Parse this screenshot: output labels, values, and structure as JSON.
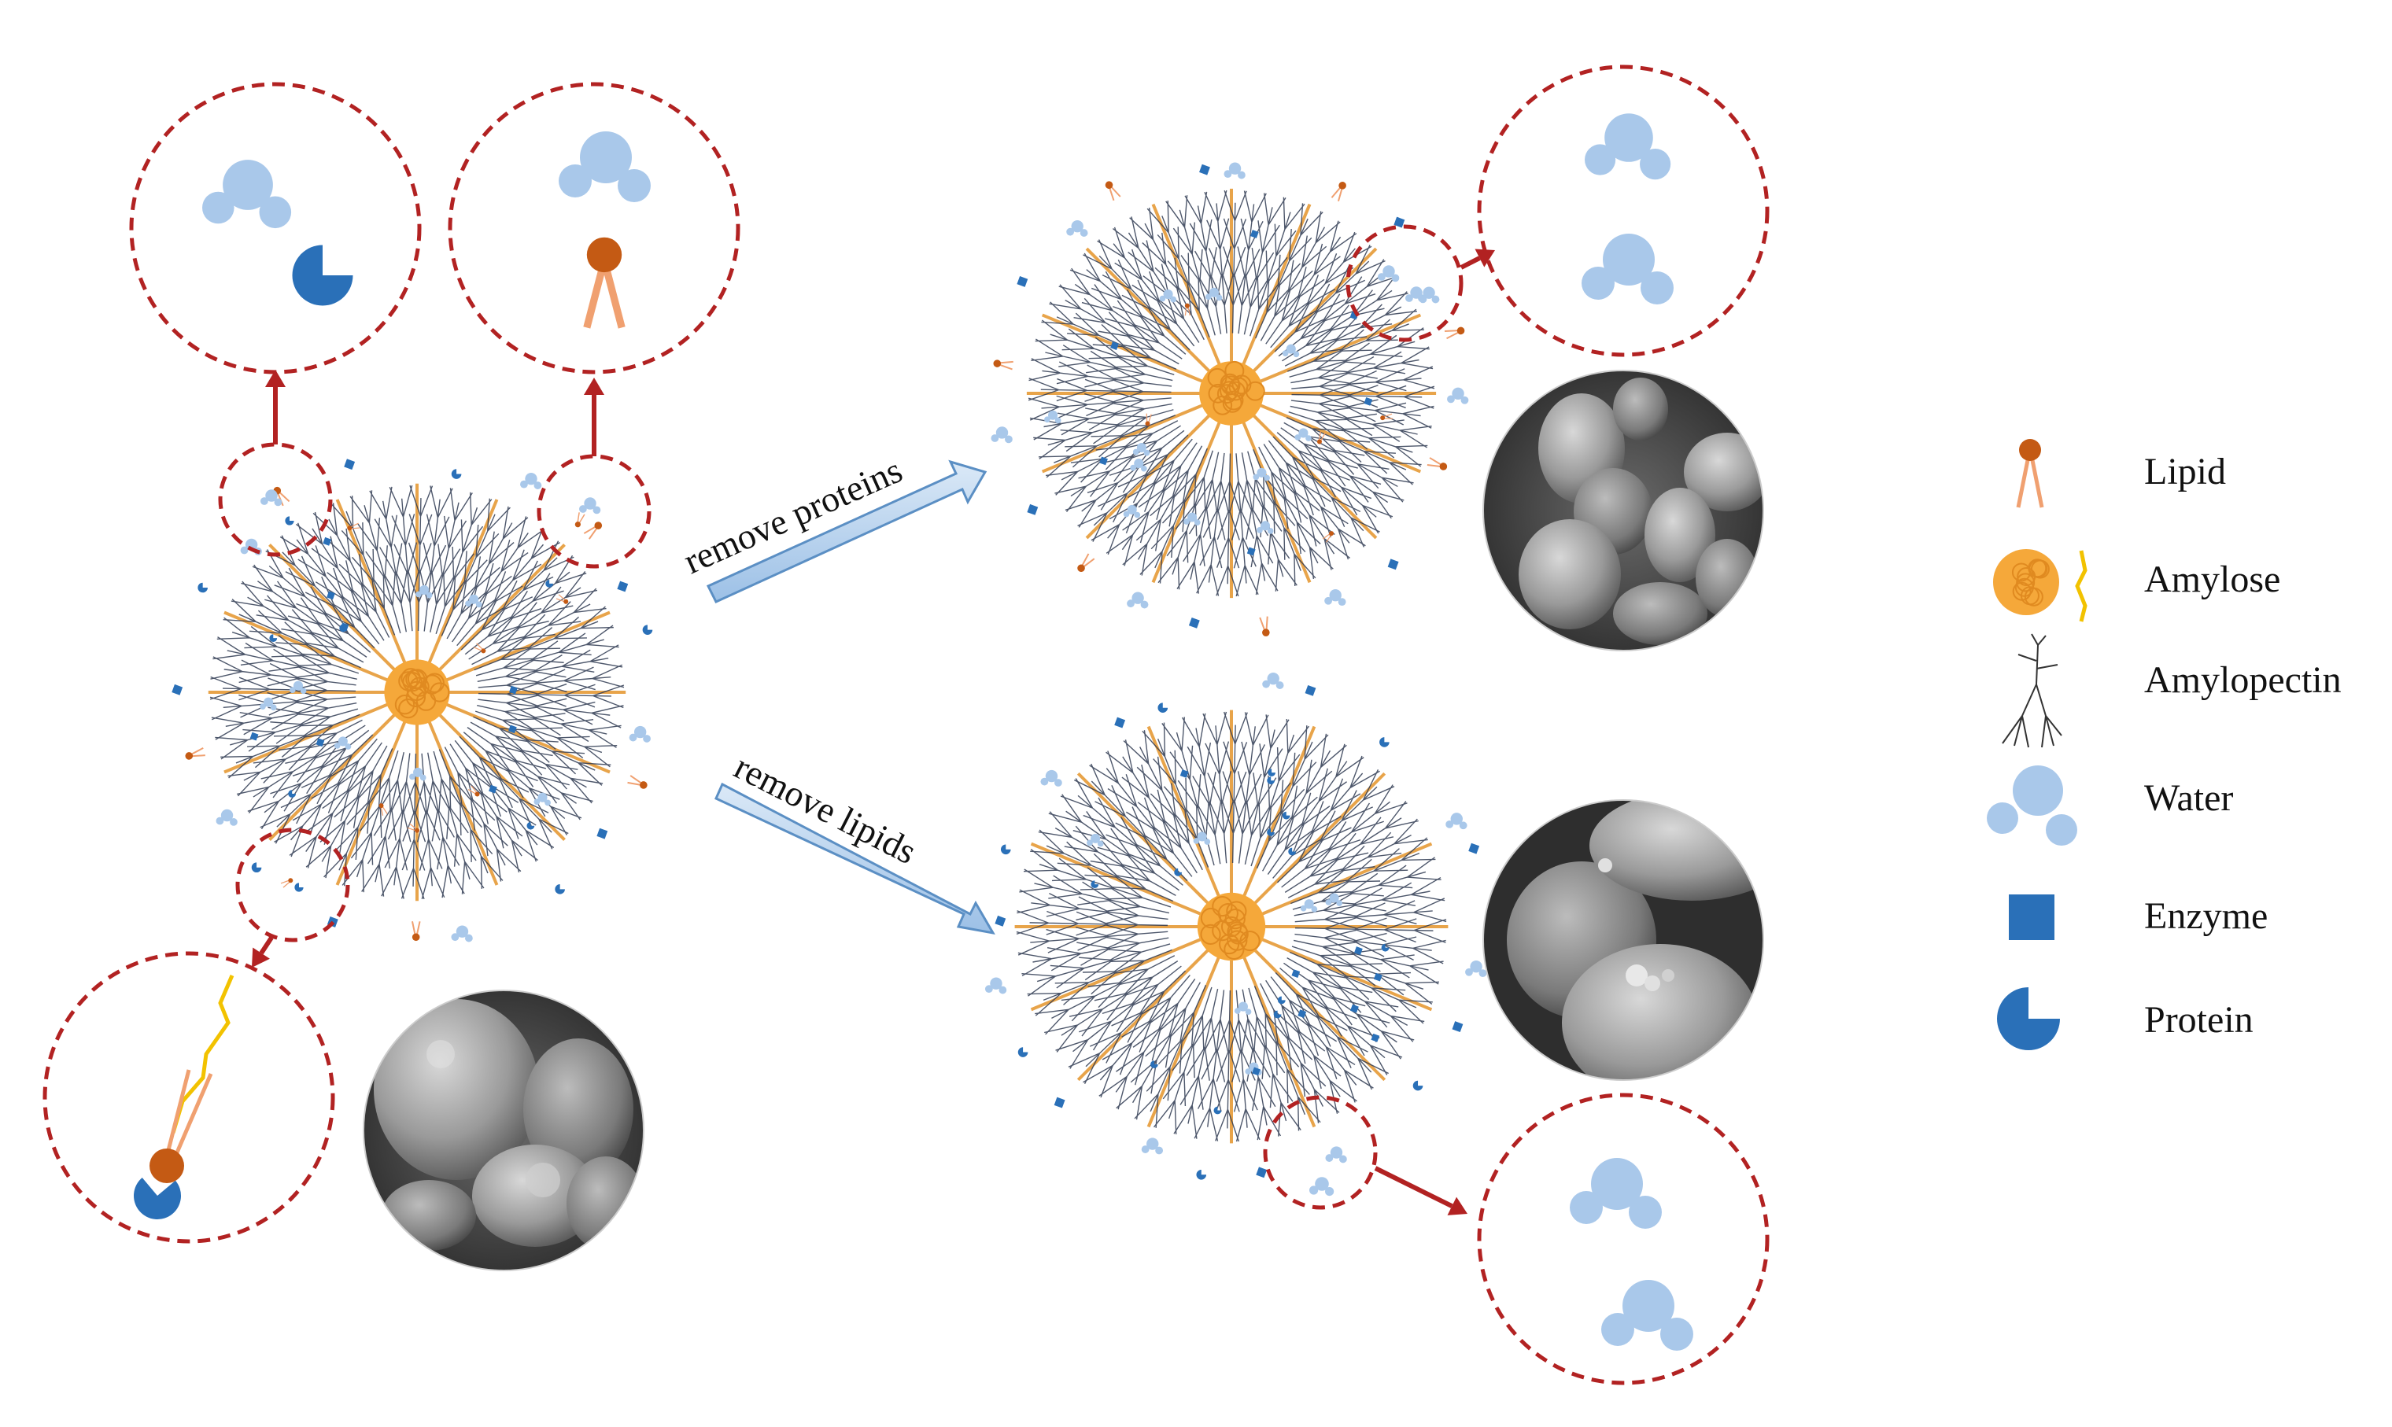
{
  "arrows": {
    "remove_proteins": "remove proteins",
    "remove_lipids": "remove lipids"
  },
  "legend": [
    {
      "label": "Lipid",
      "icon": "lipid-icon"
    },
    {
      "label": "Amylose",
      "icon": "amylose-icon"
    },
    {
      "label": "Amylopectin",
      "icon": "amylopectin-icon"
    },
    {
      "label": "Water",
      "icon": "water-icon"
    },
    {
      "label": "Enzyme",
      "icon": "enzyme-icon"
    },
    {
      "label": "Protein",
      "icon": "protein-icon"
    }
  ],
  "colors": {
    "amylose": "#f5a83a",
    "amylose_chain": "#f2c200",
    "amylopectin": "#2f3a52",
    "ray": "#e8a44a",
    "water": "#a9c8ea",
    "enzyme": "#2a70b8",
    "protein": "#2a70b8",
    "lipid_head": "#c45a14",
    "lipid_tail": "#f0a070",
    "zoom_circle": "#b22222",
    "process_arrow_fill": "#b8d4f0",
    "process_arrow_stroke": "#5b8fc4",
    "sem_dark": "#3a3a3a"
  }
}
